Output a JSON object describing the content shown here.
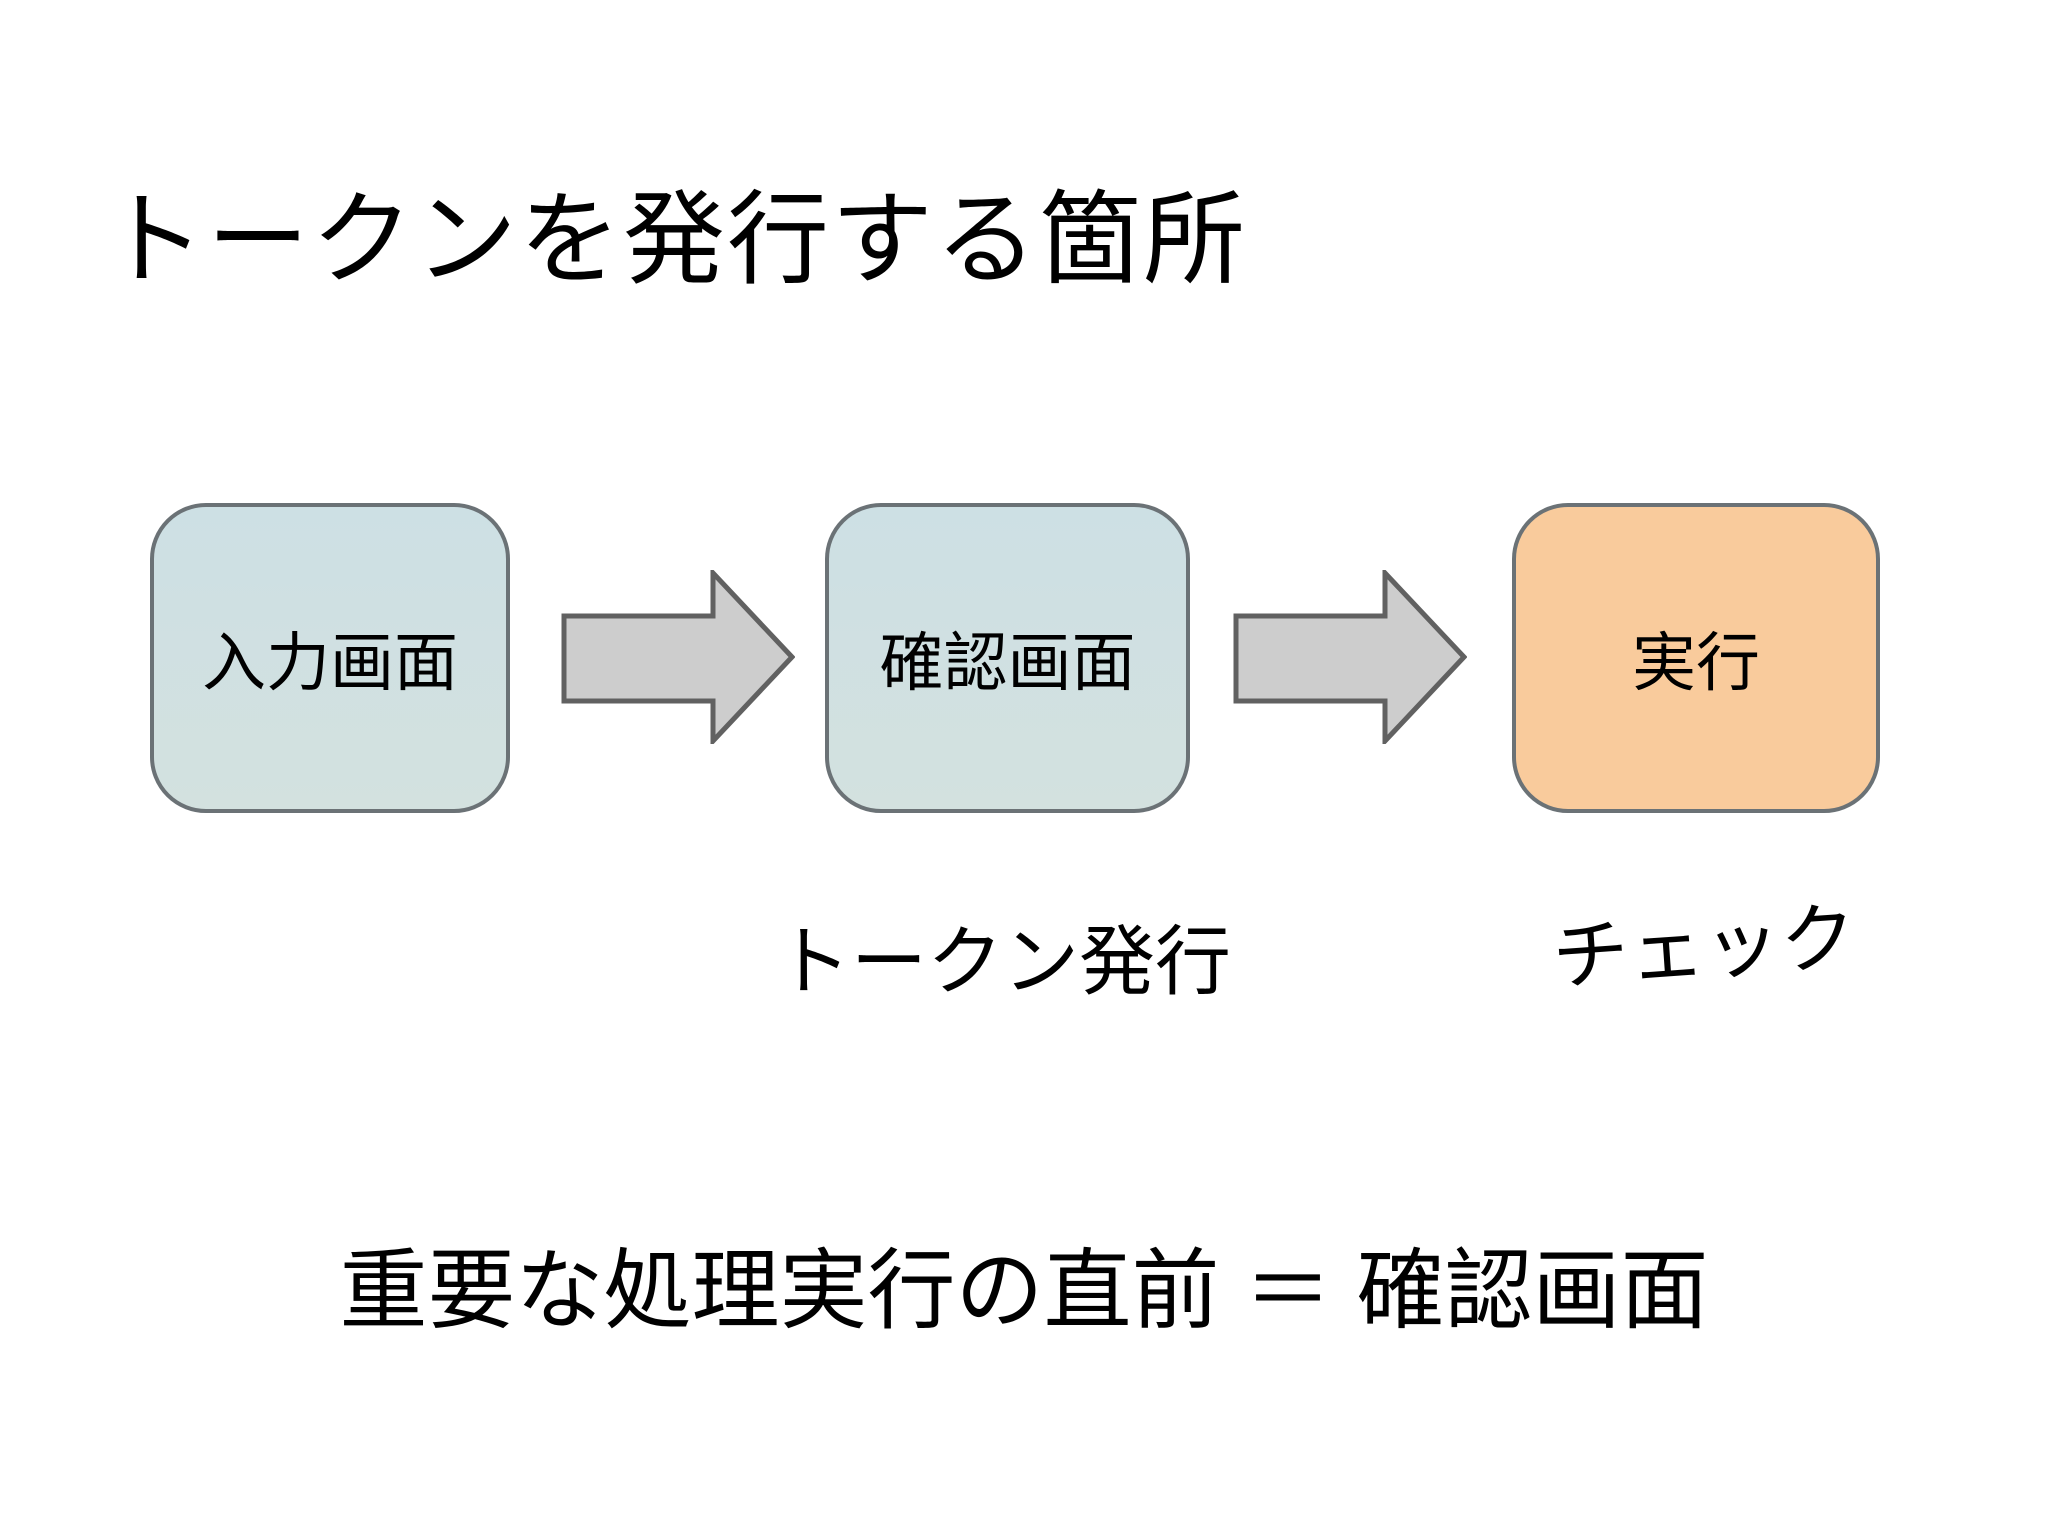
{
  "slide": {
    "title": "トークンを発行する箇所",
    "flow": {
      "nodes": [
        {
          "id": "input-screen",
          "label": "入力画面"
        },
        {
          "id": "confirm-screen",
          "label": "確認画面"
        },
        {
          "id": "execute",
          "label": "実行"
        }
      ],
      "annotations": [
        {
          "id": "token-issue",
          "text": "トークン発行"
        },
        {
          "id": "check",
          "text": "チェック"
        }
      ]
    },
    "footer": "重要な処理実行の直前 ＝ 確認画面"
  },
  "colors": {
    "background": "#ffffff",
    "text": "#000000",
    "screen-box-fill-top": "#cde0e4",
    "screen-box-fill-bottom": "#d3e1df",
    "execute-box-fill": "#f9cb9c",
    "box-border": "#6b7276",
    "arrow-fill": "#cdcdcd",
    "arrow-border": "#616161"
  }
}
